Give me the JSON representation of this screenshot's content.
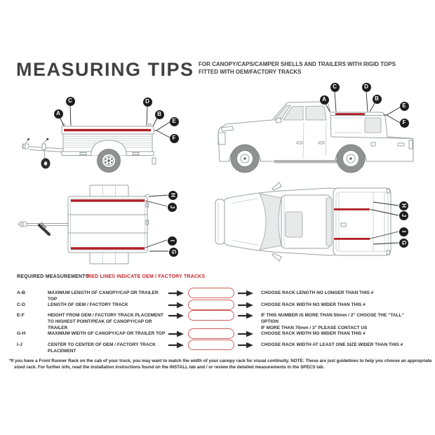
{
  "header": {
    "title": "MEASURING TIPS",
    "subtitle_line1": "FOR CANOPY/CAPS/CAMPER SHELLS AND TRAILERS WITH RIGID TOPS",
    "subtitle_line2": "FITTED WITH OEM/FACTORY TRACKS"
  },
  "letters": {
    "a": "A",
    "b": "B",
    "c": "C",
    "d": "D",
    "e": "E",
    "f": "F",
    "g": "G",
    "h": "H",
    "i": "I",
    "j": "J"
  },
  "measurements": {
    "heading": "REQUIRED MEASUREMENTS",
    "legend_note": "*RED LINES INDICATE OEM / FACTORY TRACKS",
    "rows": [
      {
        "id": "A-B",
        "description": "MAXIMUM LENGTH OF CANOPY/CAP OR TRAILER TOP",
        "guidance": "CHOOSE RACK LENGTH NO LONGER THAN THIS #"
      },
      {
        "id": "C-D",
        "description": "LENGTH OF OEM / FACTORY TRACK",
        "guidance": "CHOOSE RACK WIDTH NO WIDER THAN THIS #"
      },
      {
        "id": "E-F",
        "description": "HEIGHT FROM OEM / FACTORY TRACK PLACEMENT TO HIGHEST POINT/PEAK OF CANOPY/CAP OR TRAILER",
        "guidance": "IF THIS NUMBER IS MORE THAN 50mm / 2\" CHOOSE THE “TALL” OPTION",
        "guidance_line2": "IF MORE THAN 75mm / 3\" PLEASE CONTACT US"
      },
      {
        "id": "G-H",
        "description": "MAXIMUM WIDTH OF CANOPY/CAP OR TRAILER TOP",
        "guidance": "CHOOSE RACK WIDTH NO WIDER THAN THIS #"
      },
      {
        "id": "I-J",
        "description": "CENTER TO CENTER OF OEM / FACTORY TRACK PLACEMENT",
        "guidance": "CHOOSE RACK WIDTH AT LEAST ONE SIZE WIDER THAN THIS #"
      }
    ]
  },
  "footnote": "*If you have a Front Runner Rack on the cab of your truck, you may want to match the width of your canopy rack for visual continuity. NOTE: These are just guidelines to help you choose an appropriate sized rack. For further info, read the installation instructions found on the INSTALL tab and / or review the detailed measurements in the SPECS tab.",
  "colors": {
    "track_red": "#b01e24",
    "legend_red": "#c1272d",
    "badge_black": "#1d1d1d",
    "line_gray": "#9aa0a3",
    "text_dark": "#2e2e2e"
  }
}
